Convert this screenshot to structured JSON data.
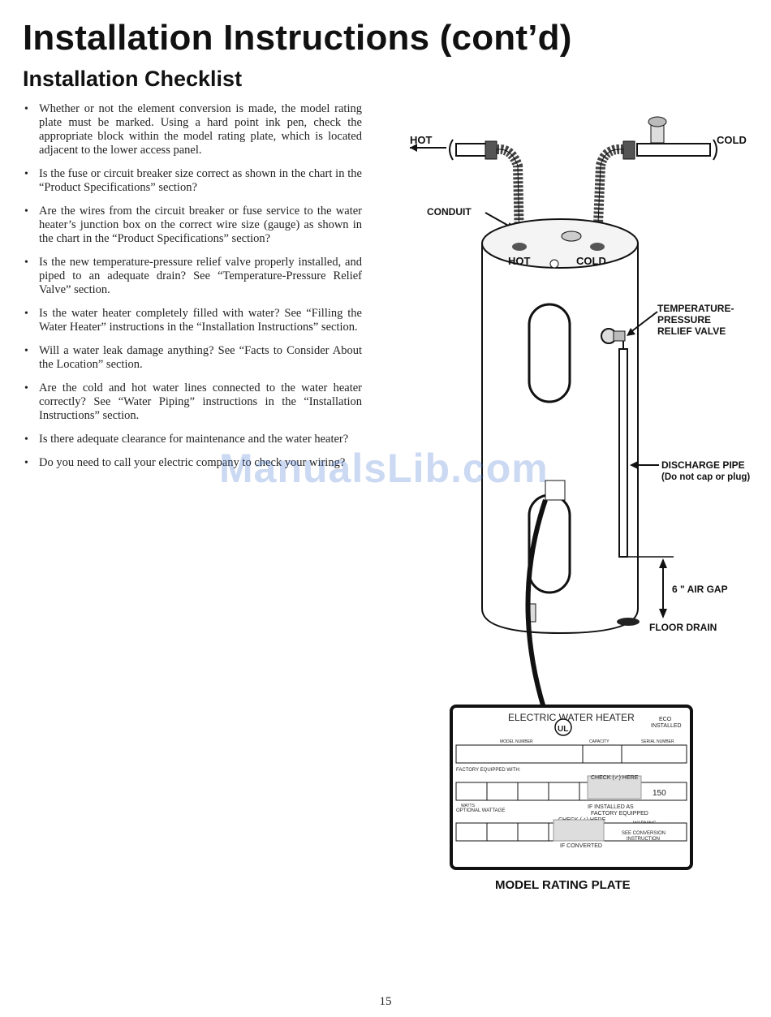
{
  "page": {
    "title": "Installation Instructions (cont’d)",
    "section_title": "Installation Checklist",
    "page_number": "15",
    "watermark": "ManualsLib.com"
  },
  "checklist": [
    "Whether or not the element conversion is made, the model rating plate must be marked. Using a hard point ink pen, check the appropriate block within the model rating plate, which is located adjacent to the lower access panel.",
    "Is the fuse or circuit breaker size correct as shown in the chart in the “Product Specifications” section?",
    "Are the wires from the circuit breaker or fuse service to the water heater’s junction box on the correct wire size (gauge) as shown in the chart in the “Product Specifications” section?",
    "Is the new temperature-pressure relief valve properly installed, and piped to an adequate drain? See “Temperature-Pressure Relief Valve” section.",
    "Is the water heater completely filled with water? See “Filling the Water Heater” instructions in the “Installation Instructions” section.",
    "Will a water leak damage anything? See “Facts to Consider About the Location” section.",
    "Are the cold and hot water lines connected to the water heater correctly? See “Water Piping” instructions in the “Installation Instructions” section.",
    "Is there adequate clearance for maintenance and the water heater?",
    "Do you need to call your electric company to check your wiring?"
  ],
  "diagram": {
    "labels": {
      "hot": "HOT",
      "cold": "COLD",
      "conduit": "CONDUIT",
      "tank_hot": "HOT",
      "tank_cold": "COLD",
      "tp_valve_1": "TEMPERATURE-",
      "tp_valve_2": "PRESSURE",
      "tp_valve_3": "RELIEF VALVE",
      "discharge_1": "DISCHARGE PIPE",
      "discharge_2": "(Do not cap or plug)",
      "air_gap": "6 \" AIR GAP",
      "floor_drain": "FLOOR DRAIN",
      "plate_caption": "MODEL RATING PLATE"
    },
    "plate": {
      "title": "ELECTRIC WATER HEATER",
      "eco": "ECO",
      "installed": "INSTALLED",
      "factory_equipped_with": "FACTORY EQUIPPED WITH:",
      "optional_wattage": "OPTIONAL WATTAGE",
      "check_here_1": "CHECK (✓) HERE",
      "check_here_2": "CHECK (✓) HERE",
      "if_installed_as": "IF INSTALLED AS",
      "factory_equipped": "FACTORY EQUIPPED",
      "warning": "WARNING",
      "see_conversion": "SEE CONVERSION",
      "instruction": "INSTRUCTION",
      "if_converted": "IF CONVERTED",
      "value_150": "150",
      "model_number": "MODEL NUMBER",
      "capacity": "CAPACITY",
      "serial_number": "SERIAL NUMBER",
      "watts": "WATTS"
    }
  }
}
